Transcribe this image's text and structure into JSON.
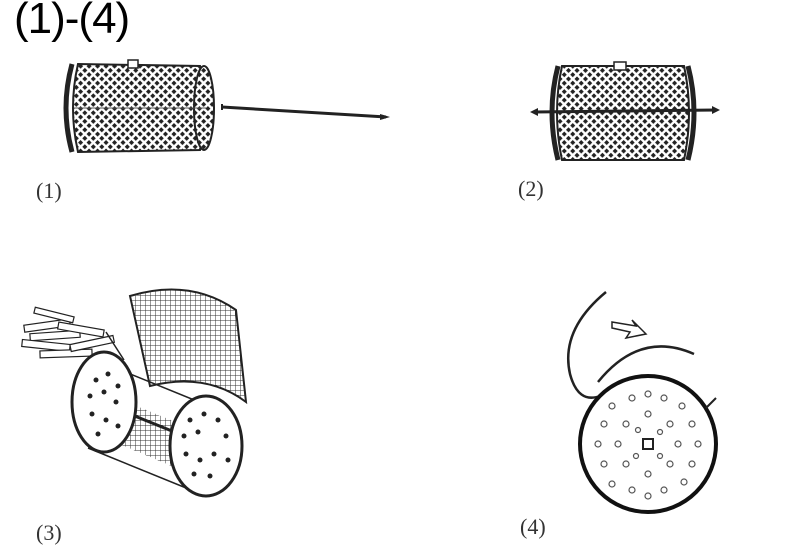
{
  "title": "(1)-(4)",
  "steps": [
    {
      "label": "(1)"
    },
    {
      "label": "(2)"
    },
    {
      "label": "(3)"
    },
    {
      "label": "(4)"
    }
  ]
}
